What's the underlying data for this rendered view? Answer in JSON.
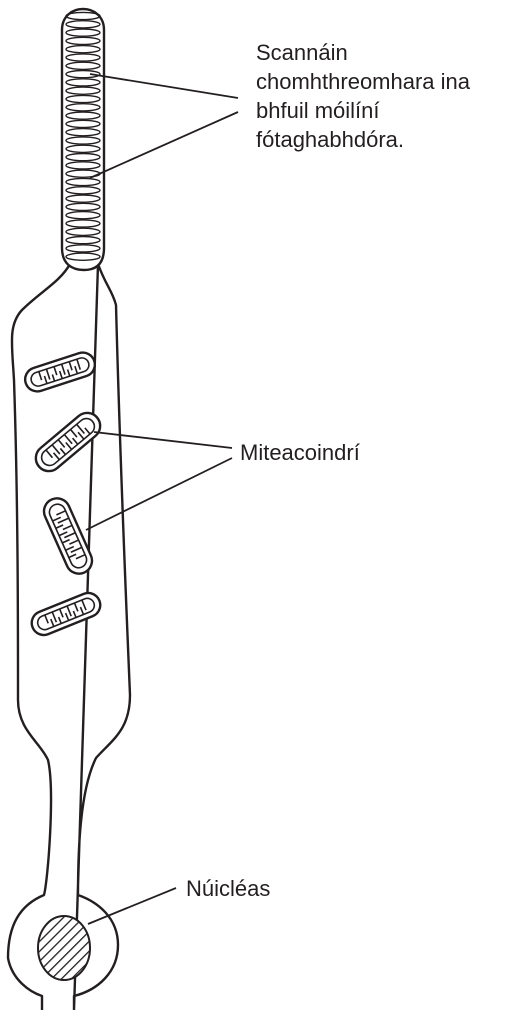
{
  "labels": {
    "membranes": "Scannáin\nchomhthreomhara ina\nbhfuil móilíní\nfótaghabhdóra.",
    "mitochondria": "Miteacoindrí",
    "nucleus": "Núicléas"
  },
  "colors": {
    "ink": "#231f20",
    "background": "#ffffff"
  }
}
